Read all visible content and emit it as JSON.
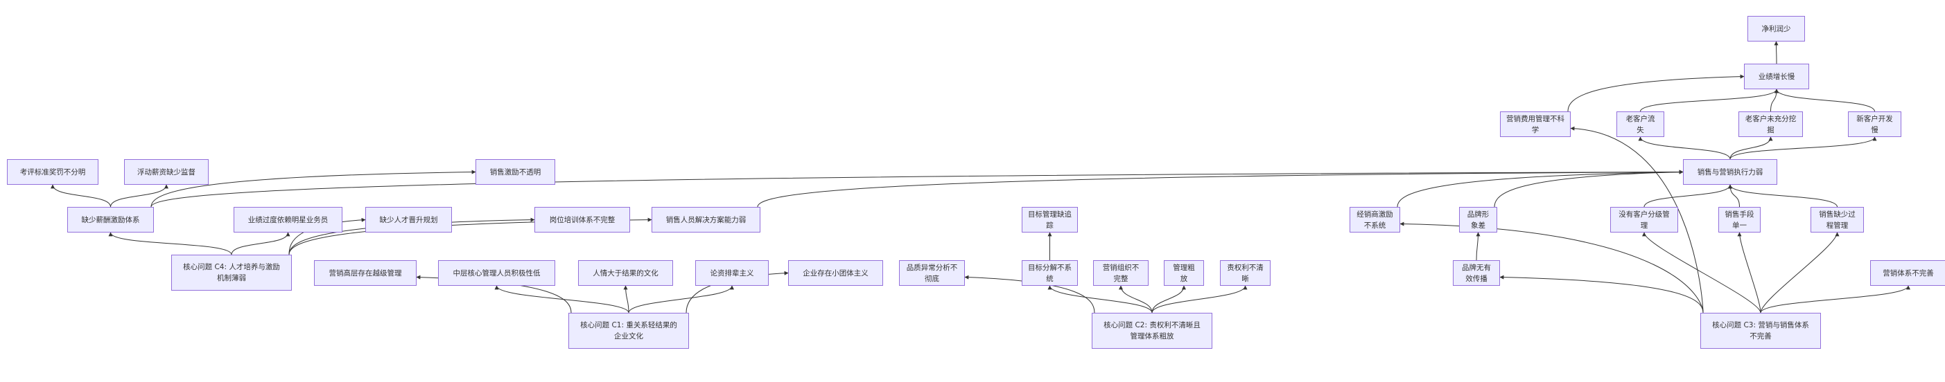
{
  "diagram": {
    "type": "flowchart",
    "direction": "bottom-to-top",
    "colors": {
      "node_fill": "#ECECFF",
      "node_border": "#9370DB",
      "text": "#333333",
      "edge": "#333333"
    },
    "nodes": [
      {
        "id": "profit",
        "label": "净利润少"
      },
      {
        "id": "growth",
        "label": "业绩增长慢"
      },
      {
        "id": "mktcost",
        "label": "营销费用管理不科学"
      },
      {
        "id": "oldlost",
        "label": "老客户流失"
      },
      {
        "id": "oldmine",
        "label": "老客户未充分挖掘"
      },
      {
        "id": "newslow",
        "label": "新客户开发慢"
      },
      {
        "id": "exec",
        "label": "销售与营销执行力弱"
      },
      {
        "id": "kpi",
        "label": "考评标准奖罚不分明"
      },
      {
        "id": "floatpay",
        "label": "浮动薪资缺少监督"
      },
      {
        "id": "salesinc",
        "label": "销售激励不透明"
      },
      {
        "id": "nopay",
        "label": "缺少薪酬激励体系"
      },
      {
        "id": "star",
        "label": "业绩过度依赖明星业务员"
      },
      {
        "id": "promo",
        "label": "缺少人才晋升规划"
      },
      {
        "id": "training",
        "label": "岗位培训体系不完整"
      },
      {
        "id": "solution",
        "label": "销售人员解决方案能力弱"
      },
      {
        "id": "goaltrack",
        "label": "目标管理缺追踪"
      },
      {
        "id": "dealer",
        "label": "经销商激励不系统"
      },
      {
        "id": "brand",
        "label": "品牌形象差"
      },
      {
        "id": "tier",
        "label": "没有客户分级管理"
      },
      {
        "id": "single",
        "label": "销售手段单一"
      },
      {
        "id": "process",
        "label": "销售缺少过程管理"
      },
      {
        "id": "c4",
        "label": "核心问题 C4: 人才培养与激励机制薄弱"
      },
      {
        "id": "skip",
        "label": "营销高层存在越级管理"
      },
      {
        "id": "midmgr",
        "label": "中层核心管理人员积极性低"
      },
      {
        "id": "favor",
        "label": "人情大于结果的文化"
      },
      {
        "id": "senior",
        "label": "论资排辈主义"
      },
      {
        "id": "clique",
        "label": "企业存在小团体主义"
      },
      {
        "id": "quality",
        "label": "品质异常分析不彻底"
      },
      {
        "id": "goalsplit",
        "label": "目标分解不系统"
      },
      {
        "id": "mktorg",
        "label": "营销组织不完整"
      },
      {
        "id": "rough",
        "label": "管理粗放"
      },
      {
        "id": "rights",
        "label": "责权利不清晰"
      },
      {
        "id": "brandcomm",
        "label": "品牌无有效传播"
      },
      {
        "id": "mktsys",
        "label": "营销体系不完善"
      },
      {
        "id": "c1",
        "label": "核心问题 C1: 重关系轻结果的企业文化"
      },
      {
        "id": "c2",
        "label": "核心问题 C2: 责权利不清晰且管理体系粗放"
      },
      {
        "id": "c3",
        "label": "核心问题 C3: 营销与销售体系不完善"
      }
    ],
    "edges": [
      {
        "from": "growth",
        "to": "profit"
      },
      {
        "from": "mktcost",
        "to": "growth"
      },
      {
        "from": "oldlost",
        "to": "growth"
      },
      {
        "from": "oldmine",
        "to": "growth"
      },
      {
        "from": "newslow",
        "to": "growth"
      },
      {
        "from": "exec",
        "to": "oldlost"
      },
      {
        "from": "exec",
        "to": "oldmine"
      },
      {
        "from": "exec",
        "to": "newslow"
      },
      {
        "from": "nopay",
        "to": "exec"
      },
      {
        "from": "solution",
        "to": "exec"
      },
      {
        "from": "dealer",
        "to": "exec"
      },
      {
        "from": "brand",
        "to": "exec"
      },
      {
        "from": "tier",
        "to": "exec"
      },
      {
        "from": "single",
        "to": "exec"
      },
      {
        "from": "process",
        "to": "exec"
      },
      {
        "from": "nopay",
        "to": "kpi"
      },
      {
        "from": "nopay",
        "to": "floatpay"
      },
      {
        "from": "nopay",
        "to": "salesinc"
      },
      {
        "from": "c4",
        "to": "nopay"
      },
      {
        "from": "c4",
        "to": "star"
      },
      {
        "from": "c4",
        "to": "promo"
      },
      {
        "from": "c4",
        "to": "training"
      },
      {
        "from": "c4",
        "to": "solution"
      },
      {
        "from": "c1",
        "to": "skip"
      },
      {
        "from": "c1",
        "to": "midmgr"
      },
      {
        "from": "c1",
        "to": "favor"
      },
      {
        "from": "c1",
        "to": "senior"
      },
      {
        "from": "c1",
        "to": "clique"
      },
      {
        "from": "c2",
        "to": "quality"
      },
      {
        "from": "c2",
        "to": "goalsplit"
      },
      {
        "from": "c2",
        "to": "mktorg"
      },
      {
        "from": "c2",
        "to": "rough"
      },
      {
        "from": "c2",
        "to": "rights"
      },
      {
        "from": "goalsplit",
        "to": "goaltrack"
      },
      {
        "from": "c3",
        "to": "dealer"
      },
      {
        "from": "c3",
        "to": "brandcomm"
      },
      {
        "from": "c3",
        "to": "mktcost"
      },
      {
        "from": "c3",
        "to": "tier"
      },
      {
        "from": "c3",
        "to": "single"
      },
      {
        "from": "c3",
        "to": "process"
      },
      {
        "from": "c3",
        "to": "mktsys"
      },
      {
        "from": "brandcomm",
        "to": "brand"
      }
    ]
  }
}
